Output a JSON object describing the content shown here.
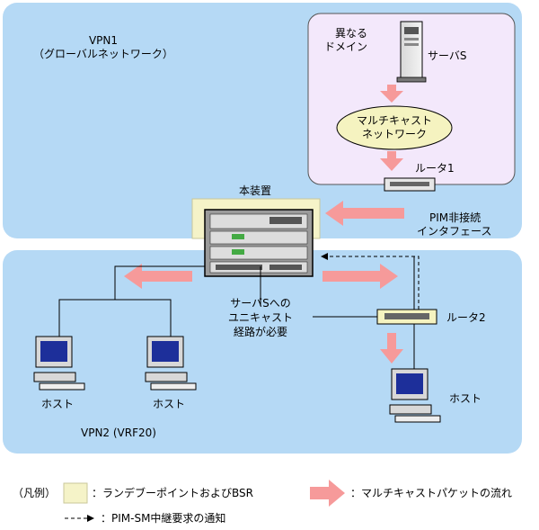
{
  "vpn1": {
    "title": "VPN1",
    "subtitle": "（グローバルネットワーク）"
  },
  "other_domain": {
    "label_line1": "異なる",
    "label_line2": "ドメイン",
    "server_label": "サーバS",
    "mcast_network_line1": "マルチキャスト",
    "mcast_network_line2": "ネットワーク",
    "router1_label": "ルータ1"
  },
  "device": {
    "label": "本装置"
  },
  "pim_interface": {
    "line1": "PIM非接続",
    "line2": "インタフェース"
  },
  "vpn2": {
    "title": "VPN2 (VRF20)",
    "unicast_note_line1": "サーバSへの",
    "unicast_note_line2": "ユニキャスト",
    "unicast_note_line3": "経路が必要",
    "router2_label": "ルータ2",
    "hosts": [
      "ホスト",
      "ホスト",
      "ホスト"
    ]
  },
  "legend": {
    "title": "（凡例）",
    "rp_bsr": "：ランデブーポイントおよびBSR",
    "mcast_flow": "：マルチキャストパケットの流れ",
    "pim_join": "：PIM-SM中継要求の通知"
  },
  "colors": {
    "vpn_area": "#b5d9f5",
    "domain_area": "#f3e8fb",
    "mcast_cloud": "#f5f3c0",
    "rp_highlight": "#f5f3c8",
    "flow_arrow": "#f69a9a"
  }
}
